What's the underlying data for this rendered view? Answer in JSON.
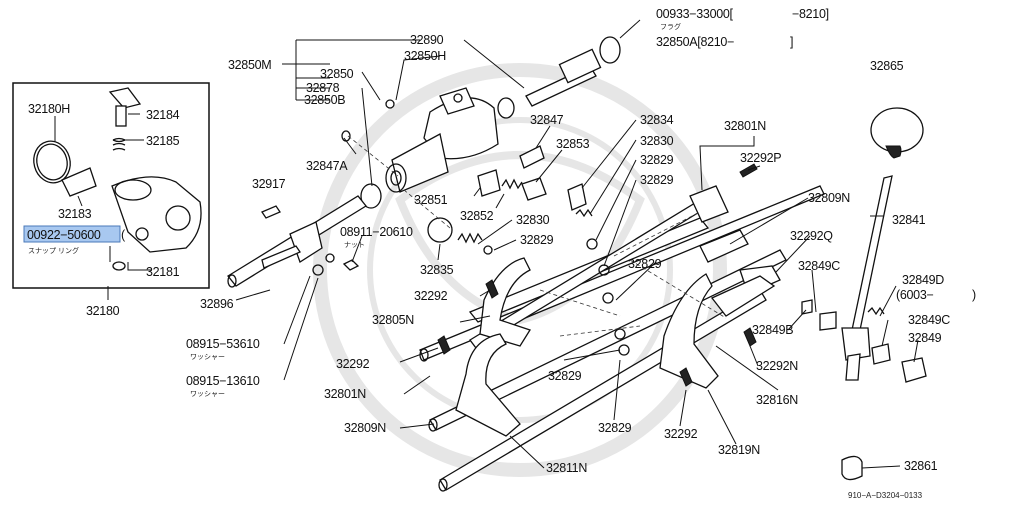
{
  "labels": {
    "p00933": "00933−33000[",
    "p00933_end": "−8210]",
    "kana_flag": "フラグ",
    "p32850A": "32850A[8210−",
    "p32850A_end": "]",
    "p32890": "32890",
    "p32850H_top": "32850H",
    "p32850M": "32850M",
    "p32850": "32850",
    "p32878": "32878",
    "p32850B": "32850B",
    "p32865": "32865",
    "p32834": "32834",
    "p32830_top": "32830",
    "p32829_a": "32829",
    "p32829_b": "32829",
    "p32801N_top": "32801N",
    "p32292P": "32292P",
    "p32847": "32847",
    "p32853": "32853",
    "p32847A": "32847A",
    "p32851": "32851",
    "p32852": "32852",
    "p32830_mid": "32830",
    "p32829_c": "32829",
    "p32917": "32917",
    "p08911": "08911−20610",
    "kana_nut": "ナット",
    "p32835": "32835",
    "p32809N_top": "32809N",
    "p32292Q": "32292Q",
    "p32841": "32841",
    "p32829_d": "32829",
    "p32849C_a": "32849C",
    "p32849D": "32849D",
    "p6003": "(6003−",
    "p6003_end": ")",
    "p32896": "32896",
    "p32292_a": "32292",
    "p32805N": "32805N",
    "p32849B": "32849B",
    "p32849C_b": "32849C",
    "p32849": "32849",
    "p08915_53610": "08915−53610",
    "kana_washer_1": "ワッシャー",
    "p32292_b": "32292",
    "p32292N": "32292N",
    "p08915_13610": "08915−13610",
    "kana_washer_2": "ワッシャー",
    "p32801N_bot": "32801N",
    "p32829_e": "32829",
    "p32816N": "32816N",
    "p32809N_bot": "32809N",
    "p32829_f": "32829",
    "p32292_c": "32292",
    "p32819N": "32819N",
    "p32811N": "32811N",
    "p32861": "32861",
    "diagram_code": "910−A−D3204−0133"
  },
  "inset": {
    "p32180H": "32180H",
    "p32184": "32184",
    "p32185": "32185",
    "p32183": "32183",
    "p00922": "00922−50600",
    "kana_snap_ring": "スナップ リング",
    "p32181": "32181",
    "p32180": "32180",
    "highlight_color": "#a8c8f0"
  }
}
